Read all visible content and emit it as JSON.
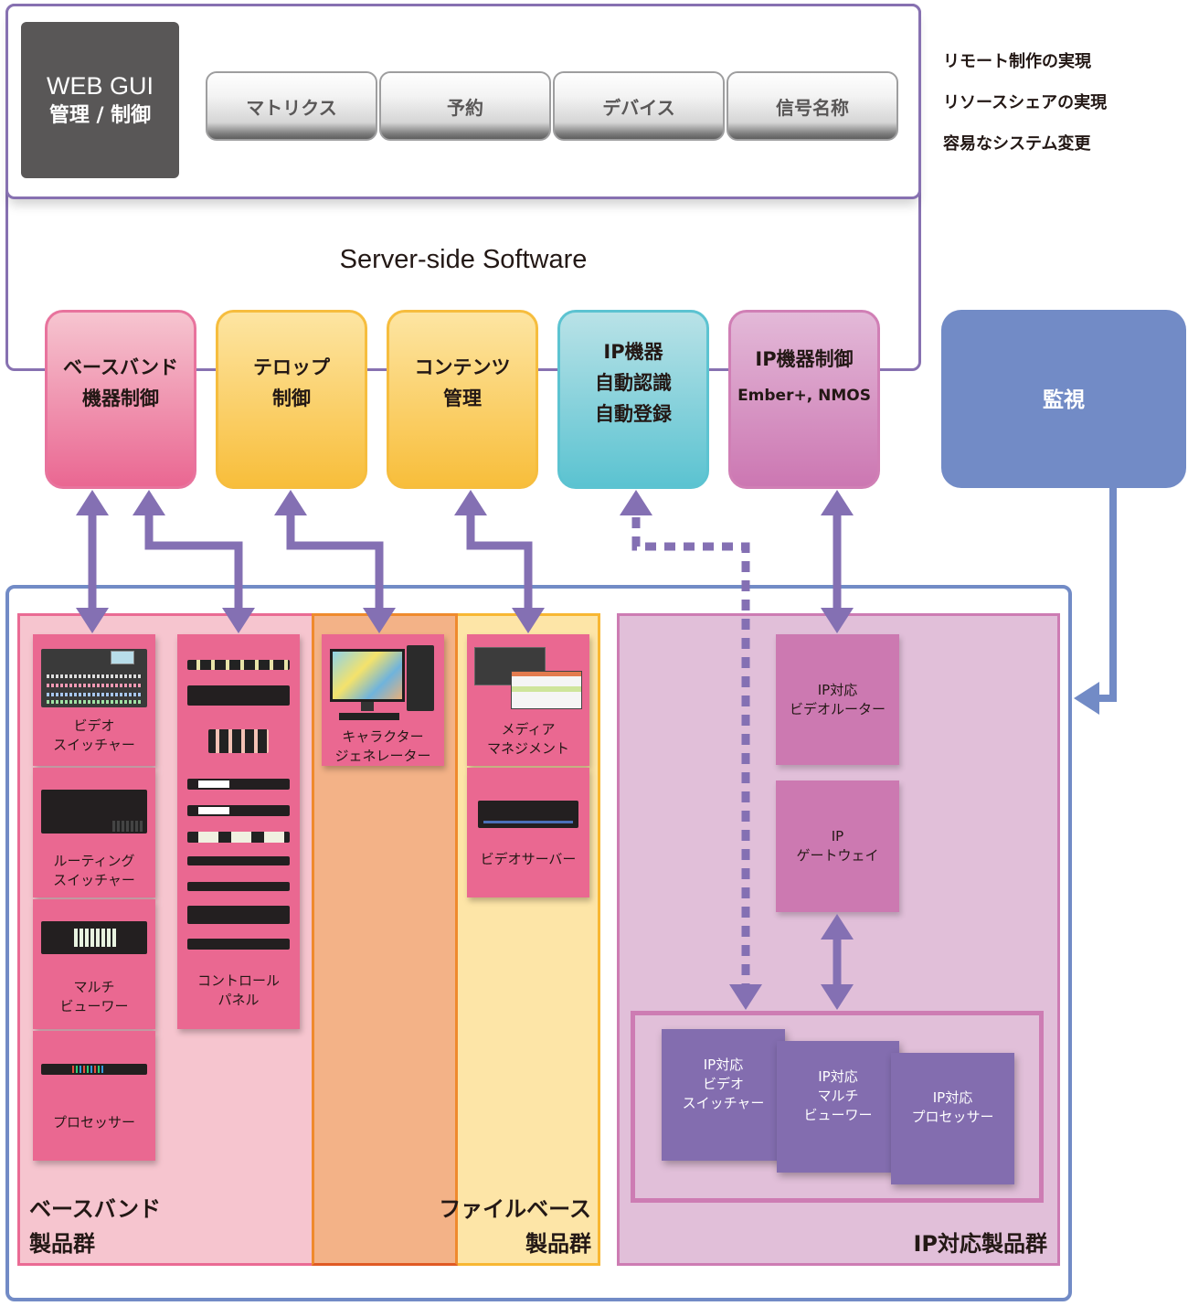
{
  "webgui": {
    "title": "WEB GUI",
    "subtitle": "管理 / 制御",
    "tabs": [
      "マトリクス",
      "予約",
      "デバイス",
      "信号名称"
    ]
  },
  "benefits": [
    "リモート制作の実現",
    "リソースシェアの実現",
    "容易なシステム変更"
  ],
  "server": {
    "title": "Server-side Software",
    "services": [
      {
        "line1": "ベースバンド",
        "line2": "機器制御"
      },
      {
        "line1": "テロップ",
        "line2": "制御"
      },
      {
        "line1": "コンテンツ",
        "line2": "管理"
      },
      {
        "line1": "IP機器",
        "line2": "自動認識",
        "line3": "自動登録"
      },
      {
        "line1": "IP機器制御",
        "line2": "Ember+, NMOS"
      }
    ],
    "monitor": "監視"
  },
  "products": {
    "baseband": {
      "label1": "ベースバンド",
      "label2": "製品群",
      "items": [
        {
          "label": "ビデオ\nスイッチャー"
        },
        {
          "label": "ルーティング\nスイッチャー"
        },
        {
          "label": "マルチ\nビューワー"
        },
        {
          "label": "プロセッサー"
        },
        {
          "label": "コントロール\nパネル"
        }
      ]
    },
    "telop": {
      "items": [
        {
          "label": "キャラクター\nジェネレーター"
        }
      ]
    },
    "filebase": {
      "label1": "ファイルベース",
      "label2": "製品群",
      "items": [
        {
          "label": "メディア\nマネジメント"
        },
        {
          "label": "ビデオサーバー"
        }
      ]
    },
    "ip": {
      "label": "IP対応製品群",
      "items": [
        {
          "label": "IP対応\nビデオルーター"
        },
        {
          "label": "IP\nゲートウェイ"
        }
      ],
      "devices": [
        {
          "label": "IP対応\nビデオ\nスイッチャー"
        },
        {
          "label": "IP対応\nマルチ\nビューワー"
        },
        {
          "label": "IP対応\nプロセッサー"
        }
      ]
    }
  },
  "colors": {
    "arrow": "#8470b3",
    "monitor": "#728bc6",
    "frame": "#8771b1"
  }
}
